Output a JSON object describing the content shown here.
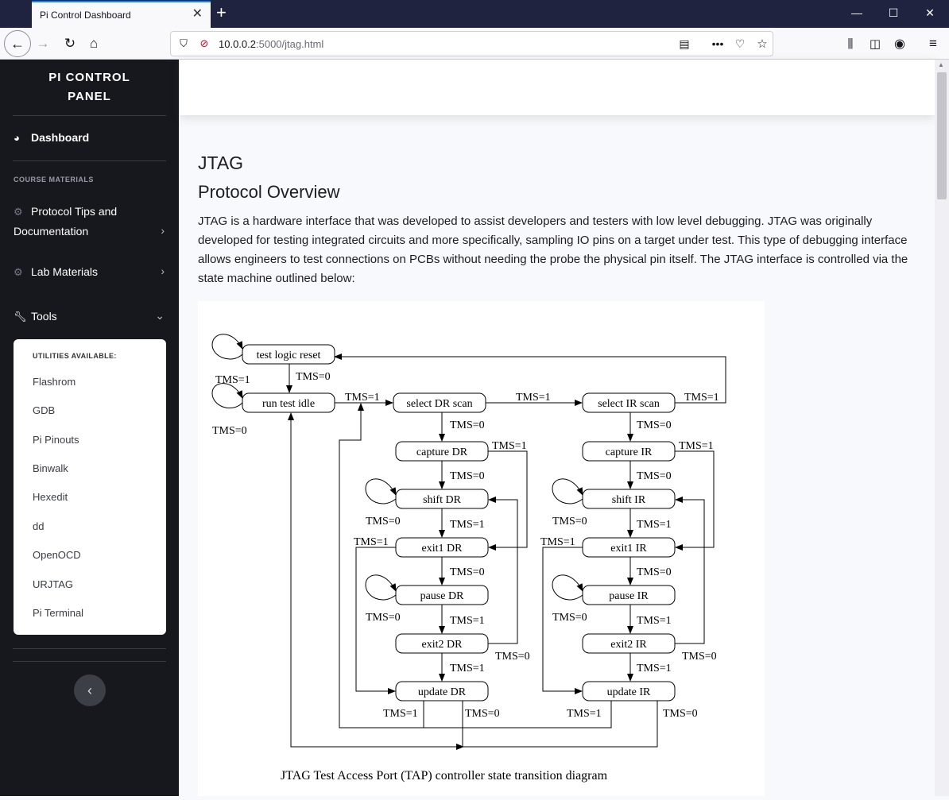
{
  "browser": {
    "tab_title": "Pi Control Dashboard",
    "url_host": "10.0.0.2",
    "url_path": ":5000/jtag.html"
  },
  "sidebar": {
    "brand_line1": "PI CONTROL",
    "brand_line2": "PANEL",
    "dashboard": "Dashboard",
    "heading": "COURSE MATERIALS",
    "protocol_line1": "Protocol Tips and",
    "protocol_line2": "Documentation",
    "lab": "Lab Materials",
    "tools": "Tools",
    "tools_heading": "UTILITIES AVAILABLE:",
    "tools_items": [
      "Flashrom",
      "GDB",
      "Pi Pinouts",
      "Binwalk",
      "Hexedit",
      "dd",
      "OpenOCD",
      "URJTAG",
      "Pi Terminal"
    ]
  },
  "main": {
    "title": "JTAG",
    "subtitle": "Protocol Overview",
    "paragraph": "JTAG is a hardware interface that was developed to assist developers and testers with low level debugging. JTAG was originally developed for testing integrated circuits and more specifically, sampling IO pins on a target under test. This type of debugging interface allows engineers to test connections on PCBs without needing the probe the physical pin itself. The JTAG interface is controlled via the state machine outlined below:"
  },
  "diagram": {
    "caption": "JTAG Test Access Port (TAP) controller state transition diagram",
    "states": {
      "reset": "test logic reset",
      "idle": "run test idle",
      "sel_dr": "select DR scan",
      "sel_ir": "select IR scan",
      "cap_dr": "capture DR",
      "cap_ir": "capture IR",
      "shift_dr": "shift DR",
      "shift_ir": "shift IR",
      "exit1_dr": "exit1 DR",
      "exit1_ir": "exit1 IR",
      "pause_dr": "pause DR",
      "pause_ir": "pause IR",
      "exit2_dr": "exit2 DR",
      "exit2_ir": "exit2 IR",
      "update_dr": "update DR",
      "update_ir": "update IR"
    },
    "tms1": "TMS=1",
    "tms0": "TMS=0"
  }
}
